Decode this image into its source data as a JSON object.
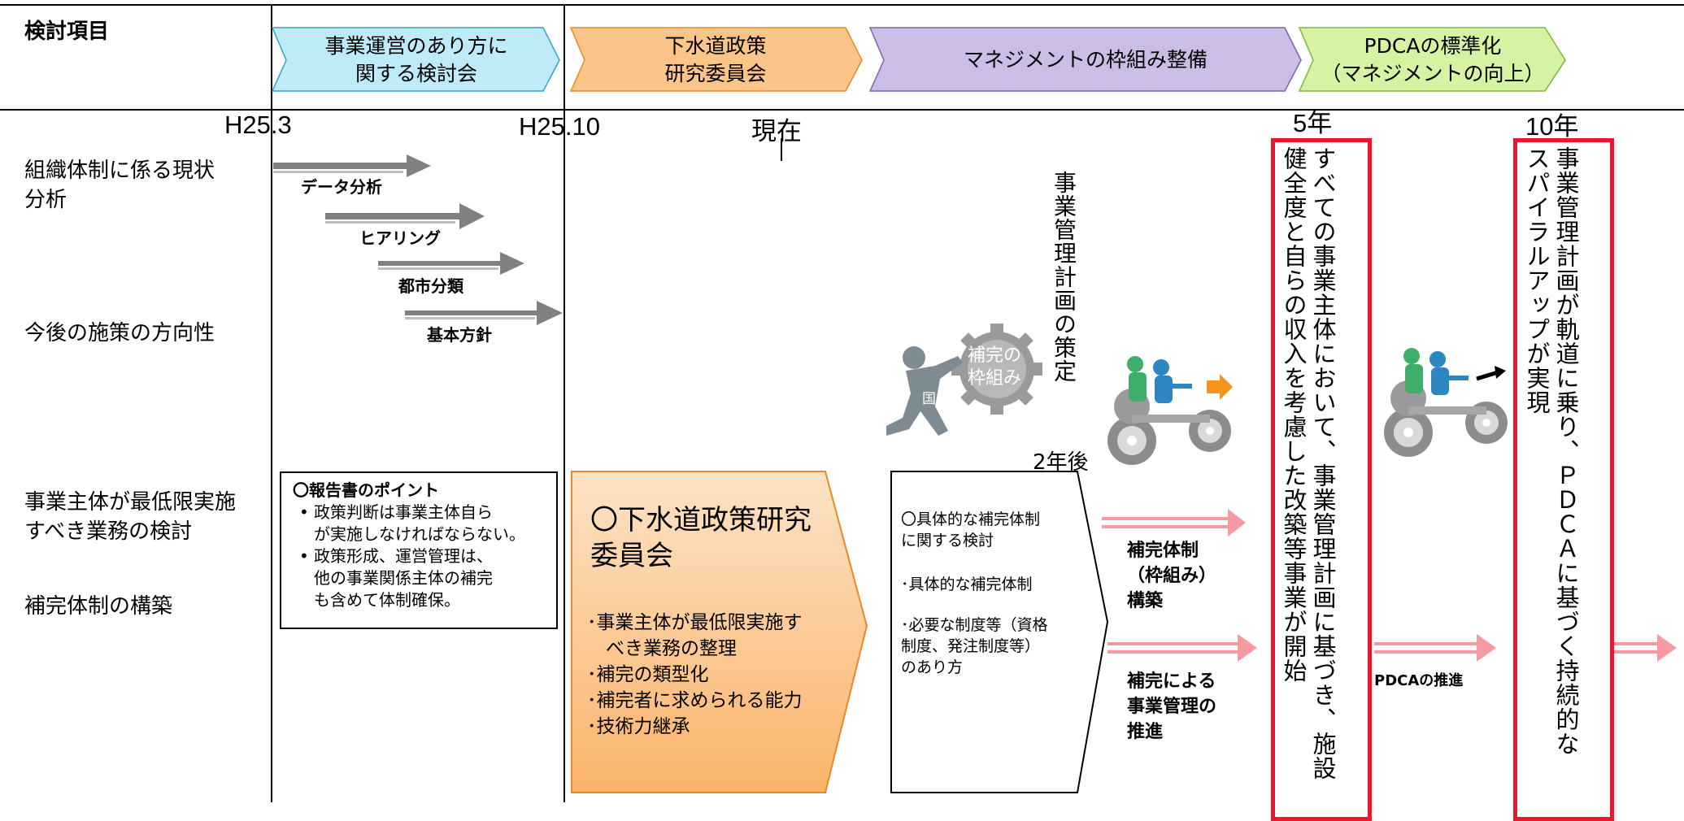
{
  "header": {
    "corner_label": "検討項目",
    "phases": [
      {
        "line1": "事業運営のあり方に",
        "line2": "関する検討会",
        "color": "#bfeaf7"
      },
      {
        "line1": "下水道政策",
        "line2": "研究委員会",
        "color": "#fbc489"
      },
      {
        "line1": "マネジメントの枠組み整備",
        "line2": "",
        "color": "#cbbde6"
      },
      {
        "line1": "PDCAの標準化",
        "line2": "（マネジメントの向上）",
        "color": "#d6f3a4"
      }
    ],
    "dates": [
      "H25.3",
      "H25.10",
      "現在",
      "5年",
      "10年"
    ]
  },
  "rows": {
    "row1": "組織体制に係る現状\n分析",
    "row2": "今後の施策の方向性",
    "row3": "事業主体が最低限実施\nすべき業務の検討",
    "row4": "補完体制の構築"
  },
  "gray_arrows": [
    "データ分析",
    "ヒアリング",
    "都市分類",
    "基本方針"
  ],
  "report_box": {
    "title": "〇報告書のポイント",
    "items": [
      "政策判断は事業主体自ら\nが実施しなければならない。",
      "政策形成、運営管理は、\n他の事業関係主体の補完\nも含めて体制確保。"
    ]
  },
  "committee_box": {
    "title": "〇下水道政策研究\n委員会",
    "items": [
      "･事業主体が最低限実施す\n　べき業務の整理",
      "･補完の類型化",
      "･補完者に求められる能力",
      "･技術力継承"
    ]
  },
  "framework_box": {
    "items": [
      "〇具体的な補完体制\nに関する検討",
      "･具体的な補完体制",
      "･必要な制度等（資格\n制度、発注制度等）\nのあり方"
    ]
  },
  "plan_vertical": "事業管理計画の策定",
  "gear_label": "補完の\n枠組み",
  "person_label": "国",
  "two_years_later": "2年後",
  "red_arrow_labels": {
    "upper": "補完体制\n（枠組み）\n構築",
    "lower": "補完による\n事業管理の\n推進",
    "pdca": "PDCAの推進"
  },
  "five_year_text": "すべての事業主体において、事業管理計画に基づき、施設\n健全度と自らの収入を考慮した改築等事業が開始",
  "ten_year_text": "事業管理計画が軌道に乗り、ＰＤＣＡに基づく持続的な\nスパイラルアップが実現",
  "colors": {
    "red": "#e8192c",
    "arrow_pink": "#f59aa0",
    "gray_arrow": "#808080",
    "committee_fill": "#fbc489"
  }
}
